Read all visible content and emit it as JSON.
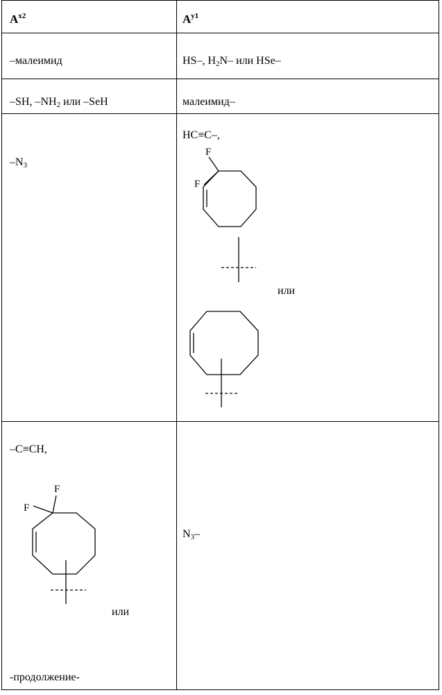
{
  "headers": {
    "left": {
      "main": "A",
      "sup": "x2"
    },
    "right": {
      "main": "A",
      "sup": "y1"
    }
  },
  "rows": [
    {
      "left": {
        "text": "–малеимид"
      },
      "right": {
        "part1": "HS–, H",
        "sub1": "2",
        "part2": "N– или HSe–"
      }
    },
    {
      "left": {
        "part1": "–SH, –NH",
        "sub1": "2",
        "part2": " или –SeH"
      },
      "right": {
        "text": "малеимид–"
      }
    },
    {
      "left": {
        "part1": "–N",
        "sub1": "3"
      },
      "right": {
        "line1": "HC≡C–,",
        "atom_f": "F",
        "conj": "или"
      }
    },
    {
      "left": {
        "line1": "–C≡CH,",
        "atom_f": "F",
        "conj": "или",
        "footer": "-продолжение-"
      },
      "right": {
        "part1": "N",
        "sub1": "3",
        "part2": "–"
      }
    }
  ]
}
